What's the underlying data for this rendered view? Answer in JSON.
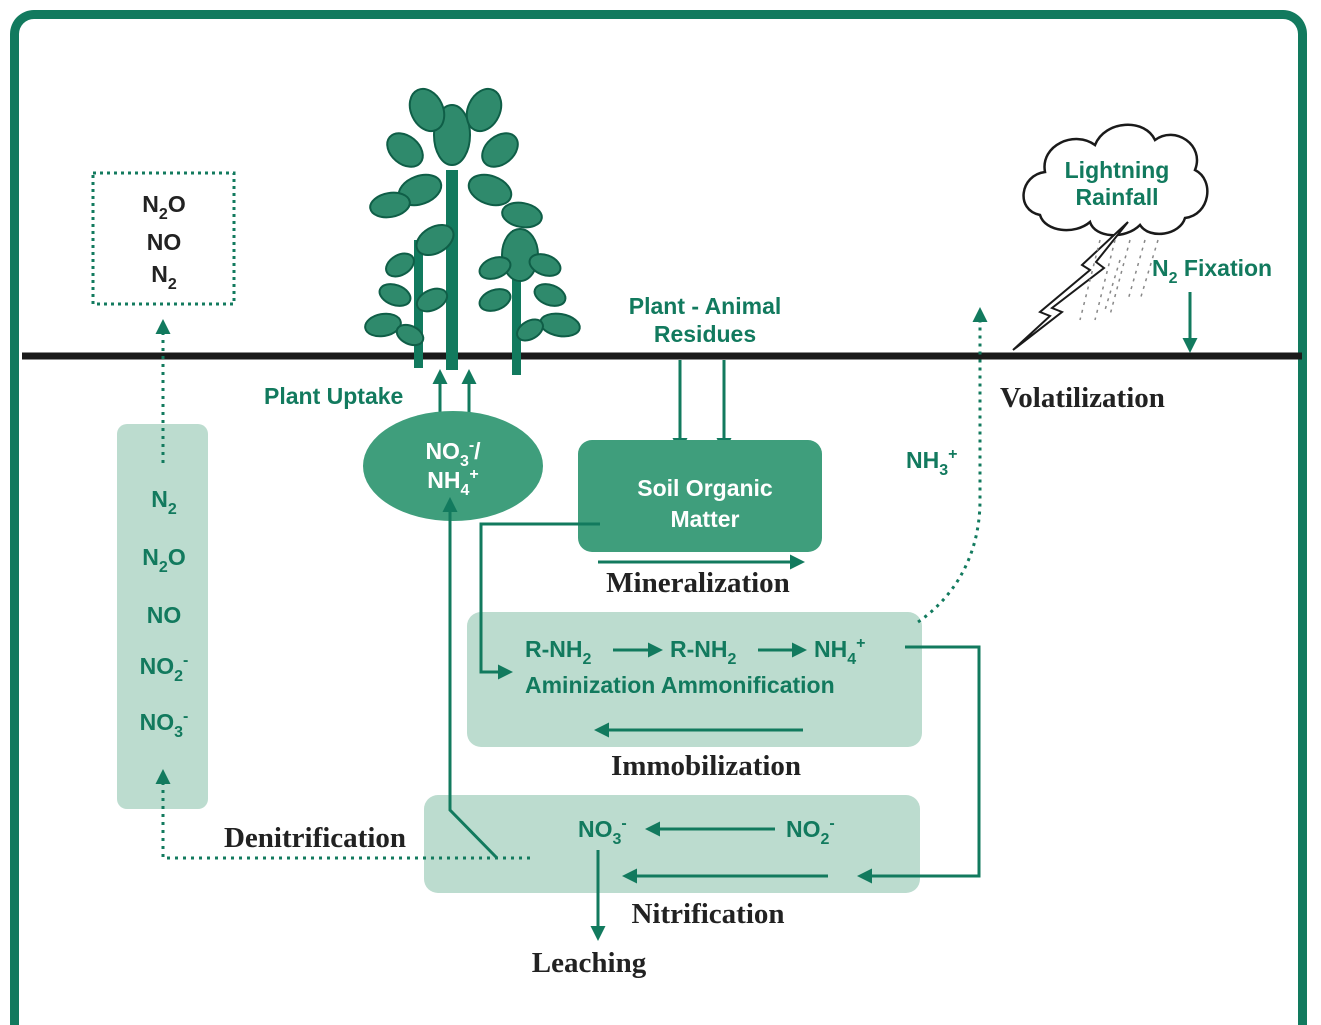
{
  "atmosphere_gases": {
    "n2o": "N2O",
    "no": "NO",
    "n2": "N2"
  },
  "plant_uptake": "Plant Uptake",
  "plant_pool": {
    "line1": "NO3-/",
    "line2": "NH4+"
  },
  "residues": {
    "line1": "Plant - Animal",
    "line2": "Residues"
  },
  "soil_organic_matter": {
    "line1": "Soil Organic",
    "line2": "Matter"
  },
  "cloud": {
    "line1": "Lightning",
    "line2": "Rainfall"
  },
  "n2_fixation": "N2 Fixation",
  "volatilization": "Volatilization",
  "nh3": "NH3+",
  "mineralization": "Mineralization",
  "aminization_row": {
    "r1": "R-NH2",
    "r2": "R-NH2",
    "nh4": "NH4+",
    "label": "Aminization Ammonification"
  },
  "immobilization": "Immobilization",
  "denitrification_column": [
    "N2",
    "N2O",
    "NO",
    "NO2-",
    "NO3-"
  ],
  "denitrification": "Denitrification",
  "nitrification_row": {
    "no3": "NO3-",
    "no2": "NO2-"
  },
  "nitrification": "Nitrification",
  "leaching": "Leaching",
  "colors": {
    "accent": "#127a5e",
    "panel": "#bcdccf",
    "node": "#3f9e7c",
    "ground": "#1a1a1a"
  }
}
